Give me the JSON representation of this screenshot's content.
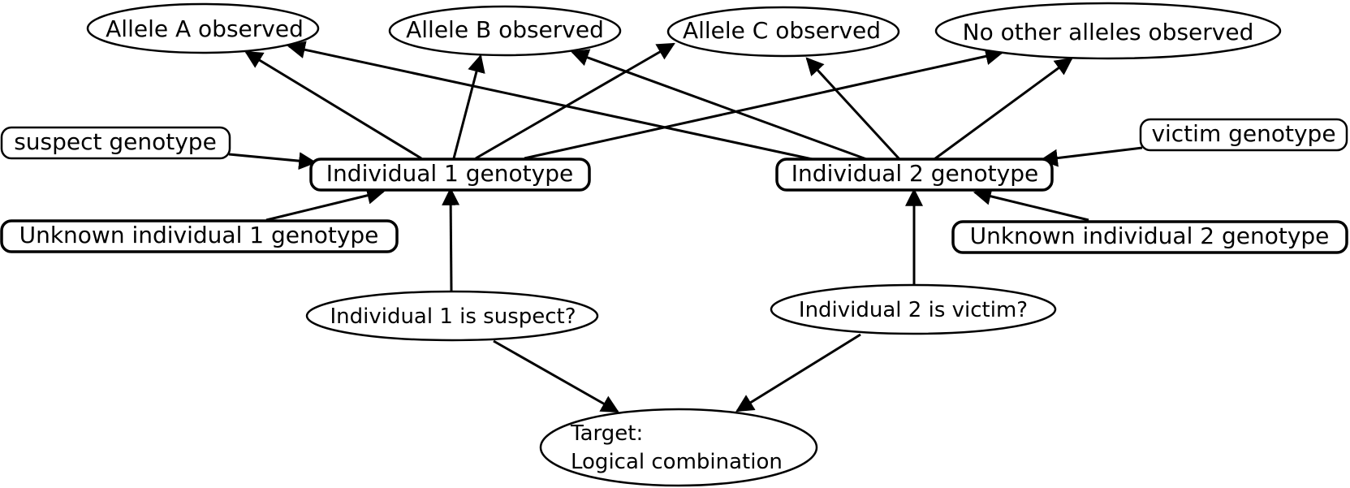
{
  "nodes": {
    "allele_a": "Allele A observed",
    "allele_b": "Allele B observed",
    "allele_c": "Allele C observed",
    "no_other": "No other alleles observed",
    "suspect_genotype": "suspect genotype",
    "victim_genotype": "victim genotype",
    "ind1_genotype": "Individual 1 genotype",
    "ind2_genotype": "Individual 2 genotype",
    "unknown1": "Unknown individual 1 genotype",
    "unknown2": "Unknown individual 2 genotype",
    "ind1_suspect": "Individual 1 is suspect?",
    "ind2_victim": "Individual 2 is victim?",
    "target_line1": "Target:",
    "target_line2": "Logical combination"
  },
  "colors": {
    "stroke": "#000000",
    "fill": "#ffffff"
  }
}
